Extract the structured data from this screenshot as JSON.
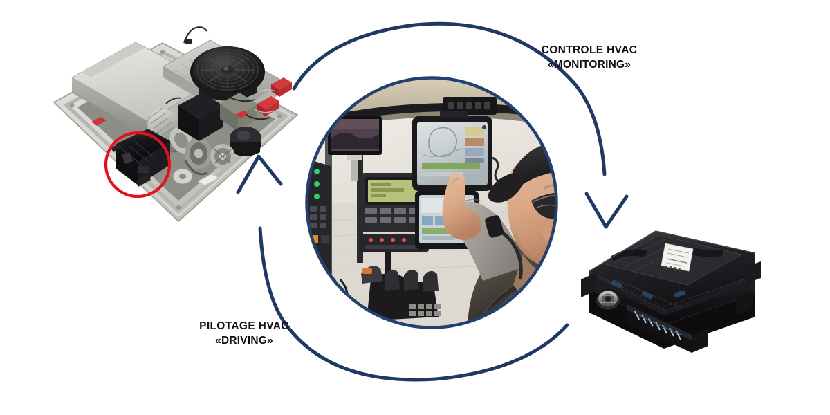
{
  "diagram": {
    "title": "HVAC control loop",
    "background_color": "#ffffff",
    "accent_navy": "#1F3864",
    "accent_red": "#E3121A"
  },
  "labels": {
    "monitoring": {
      "line1": "CONTROLE HVAC",
      "line2": "«MONITORING»"
    },
    "driving": {
      "line1": "PILOTAGE HVAC",
      "line2": "«DRIVING»"
    }
  },
  "nodes": {
    "hvac_unit": {
      "name": "HVAC rooftop unit",
      "highlight_color": "#E3121A",
      "highlight_note": "red circle around control module"
    },
    "cab_photo": {
      "name": "Operator in cab touching display",
      "ring_color": "#23406E"
    },
    "ecu": {
      "name": "Black electronic control unit",
      "label_color": "#f2f2ee"
    }
  },
  "arrows": {
    "monitoring_arrow": "down-arrow-to-ecu",
    "driving_arrow": "up-left-arrow-to-hvac"
  }
}
